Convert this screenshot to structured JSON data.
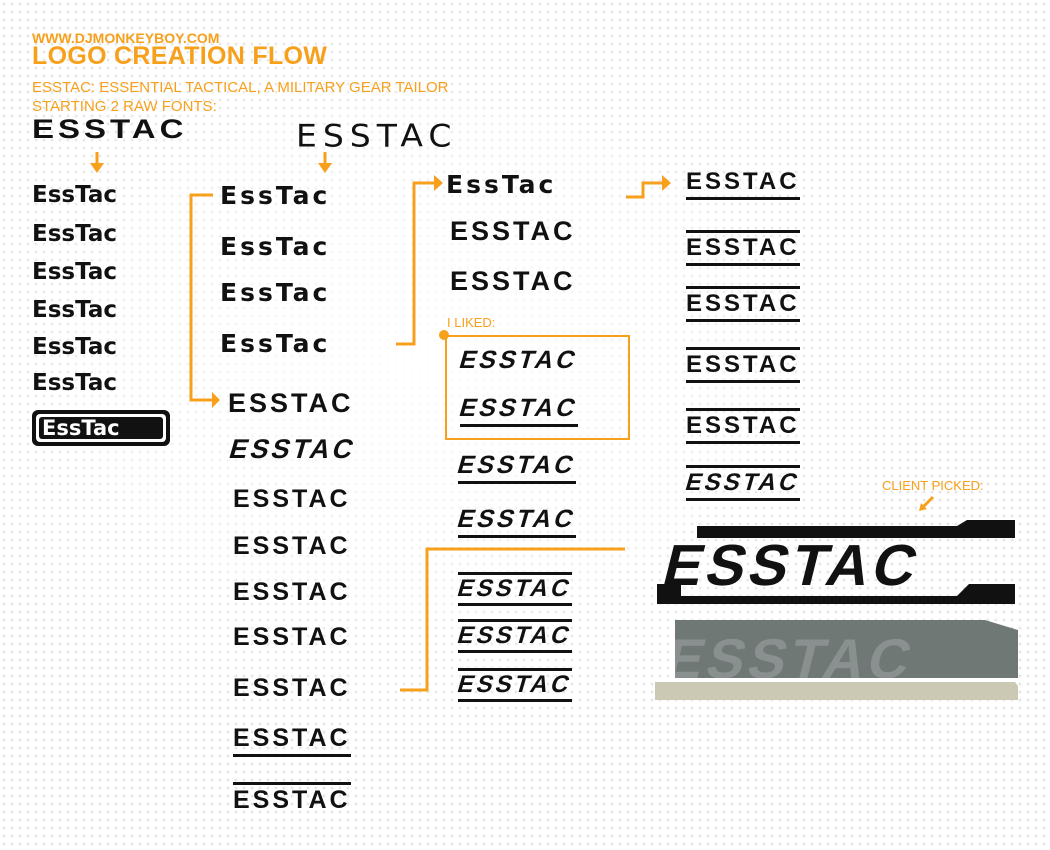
{
  "header": {
    "site": "WWW.DJMONKEYBOY.COM",
    "title": "LOGO CREATION FLOW",
    "subtitle": "ESSTAC: ESSENTIAL TACTICAL, A MILITARY GEAR TAILOR",
    "fonts_note": "STARTING 2 RAW FONTS:"
  },
  "labels": {
    "liked": "I LIKED:",
    "client_picked": "CLIENT PICKED:"
  },
  "logo_text": "ESSTAC",
  "logo_mixed": "EssTac",
  "colors": {
    "accent": "#f7a01c",
    "ink": "#111111",
    "final_gray": "#707876",
    "final_shadow": "#cbc8b4"
  }
}
